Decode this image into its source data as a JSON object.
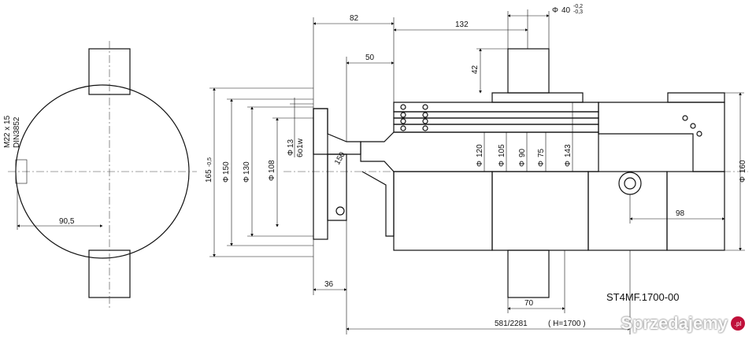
{
  "drawing": {
    "part_number": "ST4MF.1700-00",
    "stroke_label": "581/2281",
    "stroke_h": "( H=1700 )",
    "side_view": {
      "port_thread": "M22 x 15",
      "port_standard": "DIN3852",
      "port_offset": "90,5"
    },
    "top_dims": {
      "d82": "82",
      "d132": "132",
      "d50": "50",
      "d42": "42",
      "pin_dia": "40",
      "pin_tol_upper": "-0,2",
      "pin_tol_lower": "-0,3"
    },
    "left_dims": {
      "d165": "165",
      "d165_tol": "-0,5",
      "d150": "150",
      "d130": "130",
      "d108": "108",
      "d13": "13",
      "d6": "6o1w",
      "d150_mount": "150"
    },
    "stage_dims": {
      "d120": "120",
      "d105": "105",
      "d90": "90",
      "d75": "75",
      "d143": "143",
      "d160": "160"
    },
    "bottom_dims": {
      "d36": "36",
      "d70": "70",
      "d98": "98"
    },
    "watermark": {
      "text": "Sprzedajemy",
      "badge": ".pl"
    }
  }
}
